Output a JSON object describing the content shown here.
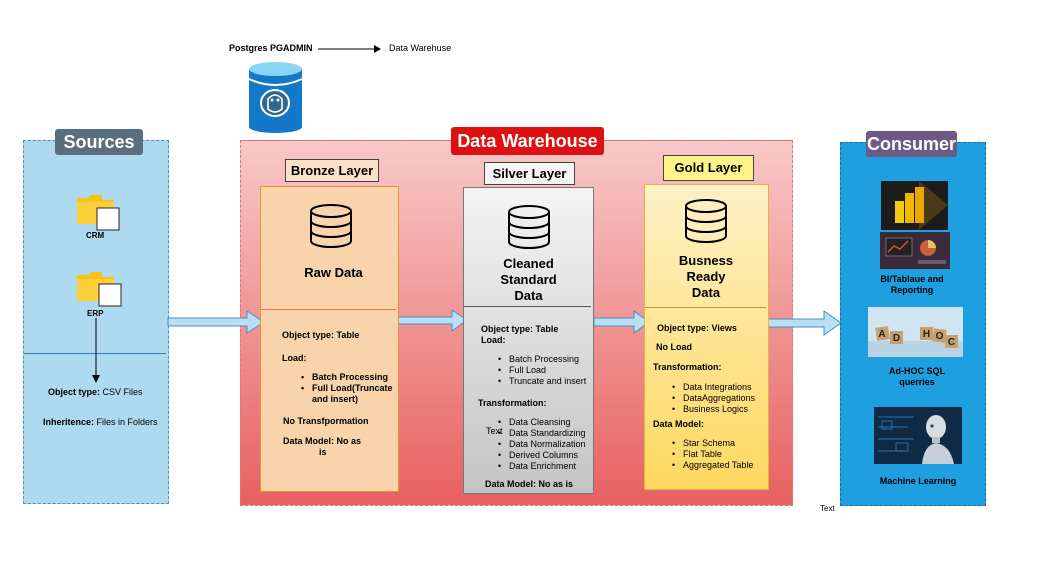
{
  "top": {
    "source_label": "Postgres PGADMIN",
    "target_label": "Data Warehuse"
  },
  "sources": {
    "title": "Sources",
    "items": [
      "CRM",
      "ERP"
    ],
    "object_type_key": "Object type:",
    "object_type_val": "CSV Files",
    "inheritence_key": "Inheritence:",
    "inheritence_val": "Files in Folders"
  },
  "warehouse": {
    "title": "Data Warehouse"
  },
  "bronze": {
    "header": "Bronze Layer",
    "title": "Raw Data",
    "object_type": "Object type: Table",
    "load_label": "Load:",
    "load_items": [
      "Batch Processing",
      "Full Load(Truncate and insert)"
    ],
    "transformation": "No Transfpormation",
    "data_model_l1": "Data Model: No as",
    "data_model_l2": "is"
  },
  "silver": {
    "header": "Silver Layer",
    "title_l1": "Cleaned",
    "title_l2": "Standard",
    "title_l3": "Data",
    "object_type": "Object type: Table",
    "load_label": "Load:",
    "load_items": [
      "Batch Processing",
      "Full Load",
      "Truncate and insert"
    ],
    "transformation_label": "Transformation:",
    "transformation_items": [
      "Data Cleansing",
      "Data Standardizing",
      "Data Normalization",
      "Derived Columns",
      "Data Enrichment"
    ],
    "stray_text": "Text",
    "data_model": "Data Model: No as is"
  },
  "gold": {
    "header": "Gold Layer",
    "title_l1": "Busness",
    "title_l2": "Ready",
    "title_l3": "Data",
    "object_type": "Object type: Views",
    "load": "No Load",
    "transformation_label": "Transformation:",
    "transformation_items": [
      "Data Integrations",
      "DataAggregations",
      "Business Logics"
    ],
    "data_model_label": "Data Model:",
    "data_model_items": [
      "Star Schema",
      "Flat Table",
      "Aggregated Table"
    ]
  },
  "consumer": {
    "title": "Consumer",
    "items": [
      "BI/Tablaue and Reporting",
      "Ad-HOC SQL querries",
      "Machine Learning"
    ],
    "bi_l1": "BI/Tablaue and",
    "bi_l2": "Reporting",
    "sql_l1": "Ad-HOC SQL",
    "sql_l2": "querries",
    "ml": "Machine Learning",
    "adhoc_tiles": [
      "A",
      "D",
      "H",
      "O",
      "C"
    ]
  },
  "footer_text": "Text",
  "colors": {
    "sources_bg": "#aedaf0",
    "sources_title": "#5a6e80",
    "warehouse_grad_top": "#f8c8c8",
    "warehouse_grad_bottom": "#e86060",
    "warehouse_title": "#dd1111",
    "bronze_fill": "#f8d3ac",
    "silver_fill": "#d4d4d4",
    "gold_fill": "#fde8a0",
    "consumer_bg": "#1ea0e0",
    "consumer_title": "#6a5a84"
  }
}
